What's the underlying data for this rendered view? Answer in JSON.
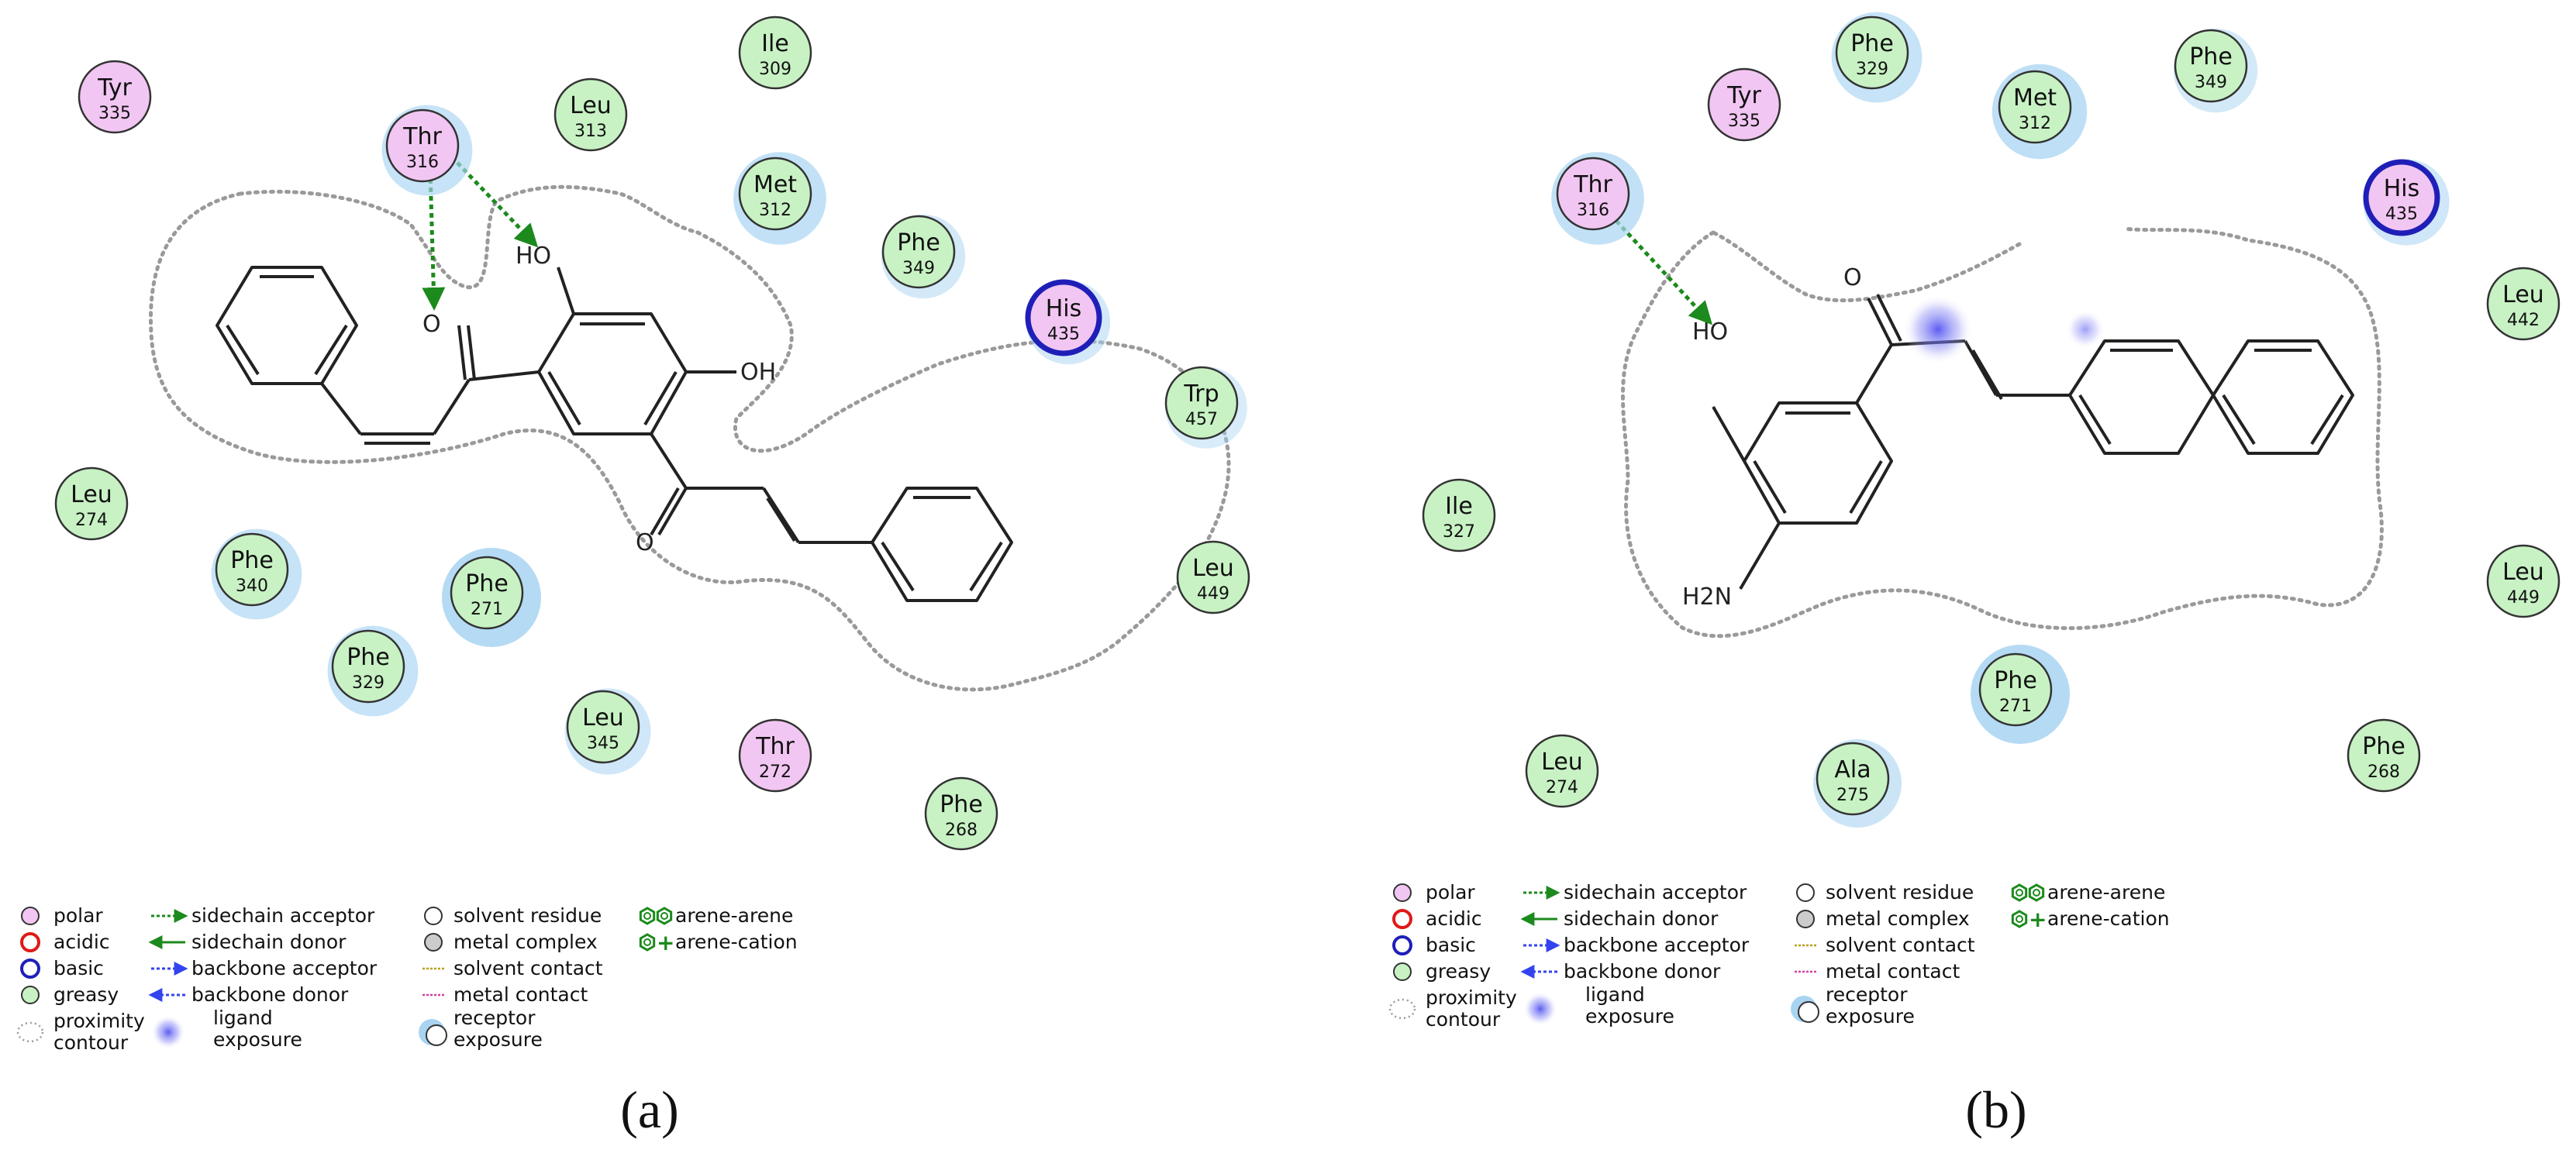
{
  "panels": {
    "a": {
      "caption": "(a)",
      "residues": [
        {
          "name": "Tyr",
          "num": "335",
          "type": "polar",
          "exposure": 0
        },
        {
          "name": "Thr",
          "num": "316",
          "type": "polar",
          "exposure": 0.6
        },
        {
          "name": "Leu",
          "num": "313",
          "type": "greasy",
          "exposure": 0
        },
        {
          "name": "Ile",
          "num": "309",
          "type": "greasy",
          "exposure": 0
        },
        {
          "name": "Met",
          "num": "312",
          "type": "greasy",
          "exposure": 0.7
        },
        {
          "name": "Phe",
          "num": "349",
          "type": "greasy",
          "exposure": 0.3
        },
        {
          "name": "His",
          "num": "435",
          "type": "basic",
          "exposure": 0.3
        },
        {
          "name": "Trp",
          "num": "457",
          "type": "greasy",
          "exposure": 0.2
        },
        {
          "name": "Leu",
          "num": "274",
          "type": "greasy",
          "exposure": 0
        },
        {
          "name": "Phe",
          "num": "340",
          "type": "greasy",
          "exposure": 0.6
        },
        {
          "name": "Phe",
          "num": "271",
          "type": "greasy",
          "exposure": 1.0
        },
        {
          "name": "Phe",
          "num": "329",
          "type": "greasy",
          "exposure": 0.6
        },
        {
          "name": "Leu",
          "num": "345",
          "type": "greasy",
          "exposure": 0.4
        },
        {
          "name": "Thr",
          "num": "272",
          "type": "polar",
          "exposure": 0
        },
        {
          "name": "Phe",
          "num": "268",
          "type": "greasy",
          "exposure": 0
        },
        {
          "name": "Leu",
          "num": "449",
          "type": "greasy",
          "exposure": 0
        }
      ],
      "atom_labels": [
        "O",
        "HO",
        "OH",
        "O"
      ]
    },
    "b": {
      "caption": "(b)",
      "residues": [
        {
          "name": "Tyr",
          "num": "335",
          "type": "polar",
          "exposure": 0
        },
        {
          "name": "Phe",
          "num": "329",
          "type": "greasy",
          "exposure": 0.6
        },
        {
          "name": "Met",
          "num": "312",
          "type": "greasy",
          "exposure": 0.8
        },
        {
          "name": "Phe",
          "num": "349",
          "type": "greasy",
          "exposure": 0.3
        },
        {
          "name": "Thr",
          "num": "316",
          "type": "polar",
          "exposure": 0.7
        },
        {
          "name": "His",
          "num": "435",
          "type": "basic",
          "exposure": 0.4
        },
        {
          "name": "Leu",
          "num": "442",
          "type": "greasy",
          "exposure": 0
        },
        {
          "name": "Ile",
          "num": "327",
          "type": "greasy",
          "exposure": 0
        },
        {
          "name": "Leu",
          "num": "449",
          "type": "greasy",
          "exposure": 0
        },
        {
          "name": "Phe",
          "num": "271",
          "type": "greasy",
          "exposure": 1.0
        },
        {
          "name": "Leu",
          "num": "274",
          "type": "greasy",
          "exposure": 0
        },
        {
          "name": "Ala",
          "num": "275",
          "type": "greasy",
          "exposure": 0.5
        },
        {
          "name": "Phe",
          "num": "268",
          "type": "greasy",
          "exposure": 0
        }
      ],
      "atom_labels": [
        "O",
        "HO",
        "H2N"
      ]
    }
  },
  "legend": {
    "residue_types": [
      {
        "label": "polar",
        "key": "polar"
      },
      {
        "label": "acidic",
        "key": "acidic"
      },
      {
        "label": "basic",
        "key": "basic"
      },
      {
        "label": "greasy",
        "key": "greasy"
      },
      {
        "label": "proximity contour",
        "key": "contour"
      }
    ],
    "interactions": [
      {
        "label": "sidechain acceptor",
        "key": "sc-acc"
      },
      {
        "label": "sidechain donor",
        "key": "sc-don"
      },
      {
        "label": "backbone acceptor",
        "key": "bb-acc"
      },
      {
        "label": "backbone donor",
        "key": "bb-don"
      },
      {
        "label": "ligand exposure",
        "key": "lig-exp"
      }
    ],
    "misc": [
      {
        "label": "solvent residue",
        "key": "solvent"
      },
      {
        "label": "metal complex",
        "key": "metal"
      },
      {
        "label": "solvent contact",
        "key": "solv-contact"
      },
      {
        "label": "metal contact",
        "key": "metal-contact"
      },
      {
        "label": "receptor exposure",
        "key": "rec-exp"
      }
    ],
    "arene": [
      {
        "label": "arene-arene",
        "key": "arene-arene"
      },
      {
        "label": "arene-cation",
        "key": "arene-cation"
      }
    ]
  },
  "colors": {
    "polar_fill": "#f2c6f2",
    "greasy_fill": "#c8f2c4",
    "basic_ring": "#1f1fb8",
    "acidic_ring": "#e01818",
    "exposure": "#a8d4f2",
    "hbond": "#1c8a1c",
    "backbone": "#3344ee",
    "contour": "#9a9a9a"
  }
}
